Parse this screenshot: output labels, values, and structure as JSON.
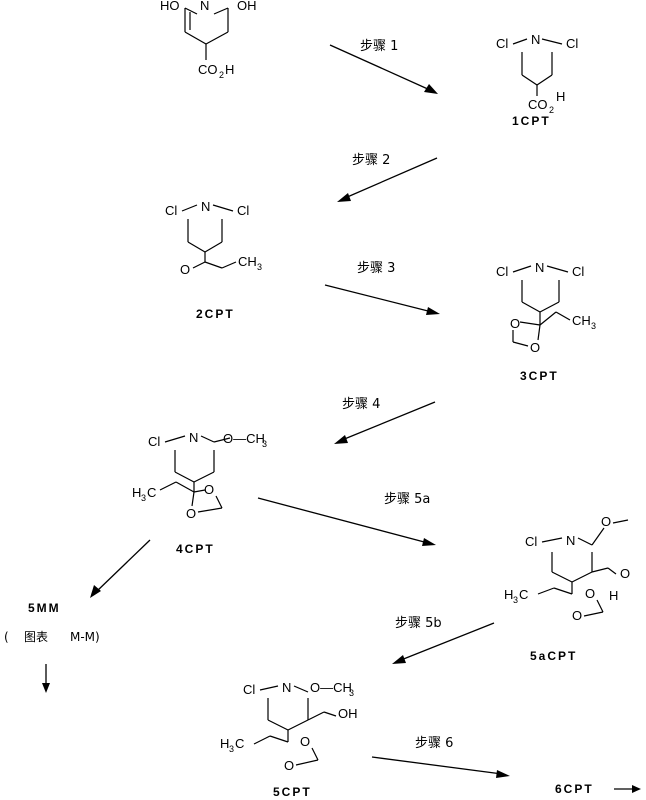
{
  "steps": {
    "s1": "步骤 1",
    "s2": "步骤 2",
    "s3": "步骤 3",
    "s4": "步骤 4",
    "s5a": "步骤 5a",
    "s5b": "步骤 5b",
    "s6": "步骤 6"
  },
  "compounds": {
    "start": {
      "substituents": [
        "HO",
        "N",
        "OH",
        "CO2H"
      ]
    },
    "c1": {
      "label": "1CPT"
    },
    "c2": {
      "label": "2CPT"
    },
    "c3": {
      "label": "3CPT"
    },
    "c4": {
      "label": "4CPT"
    },
    "c5a": {
      "label": "5aCPT"
    },
    "c5": {
      "label": "5CPT"
    },
    "c6": {
      "label": "6CPT"
    },
    "mm": {
      "label": "5MM",
      "note_open": "(",
      "note_cn": "图表",
      "note_rest": "M-M)"
    }
  },
  "atoms": {
    "Cl": "Cl",
    "N": "N",
    "O": "O",
    "HO": "HO",
    "OH": "OH",
    "H": "H",
    "CO": "CO",
    "sub2": "2",
    "sub3": "3",
    "CH": "CH",
    "H3C": "H",
    "OCH3": "O—CH",
    "C": "C"
  }
}
